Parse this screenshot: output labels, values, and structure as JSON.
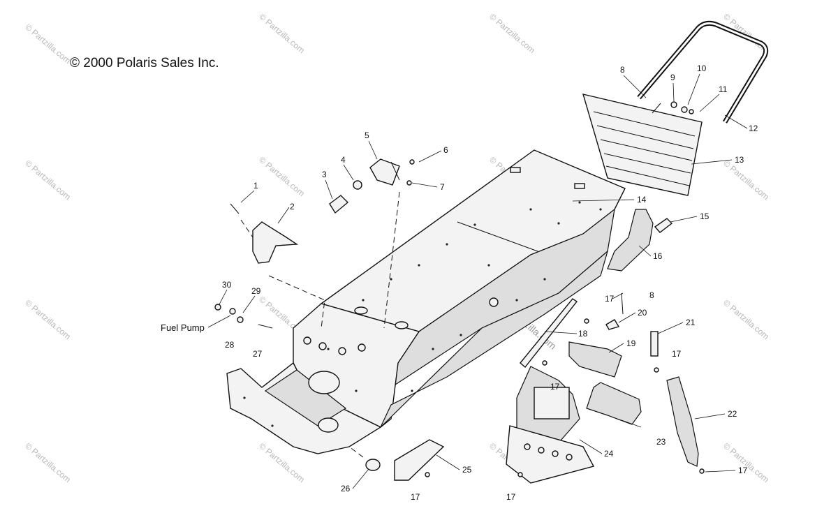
{
  "copyright": "© 2000 Polaris Sales Inc.",
  "watermark": "© Partzilla.com",
  "center_watermark": "Partzilla.com",
  "callouts": [
    "1",
    "2",
    "3",
    "4",
    "5",
    "6",
    "7",
    "8",
    "9",
    "10",
    "11",
    "12",
    "13",
    "14",
    "15",
    "16",
    "17",
    "8",
    "20",
    "21",
    "18",
    "19",
    "17",
    "17",
    "22",
    "23",
    "24",
    "25",
    "26",
    "17",
    "17",
    "17",
    "30",
    "29",
    "28",
    "27"
  ],
  "fuel_pump_label": "Fuel Pump"
}
